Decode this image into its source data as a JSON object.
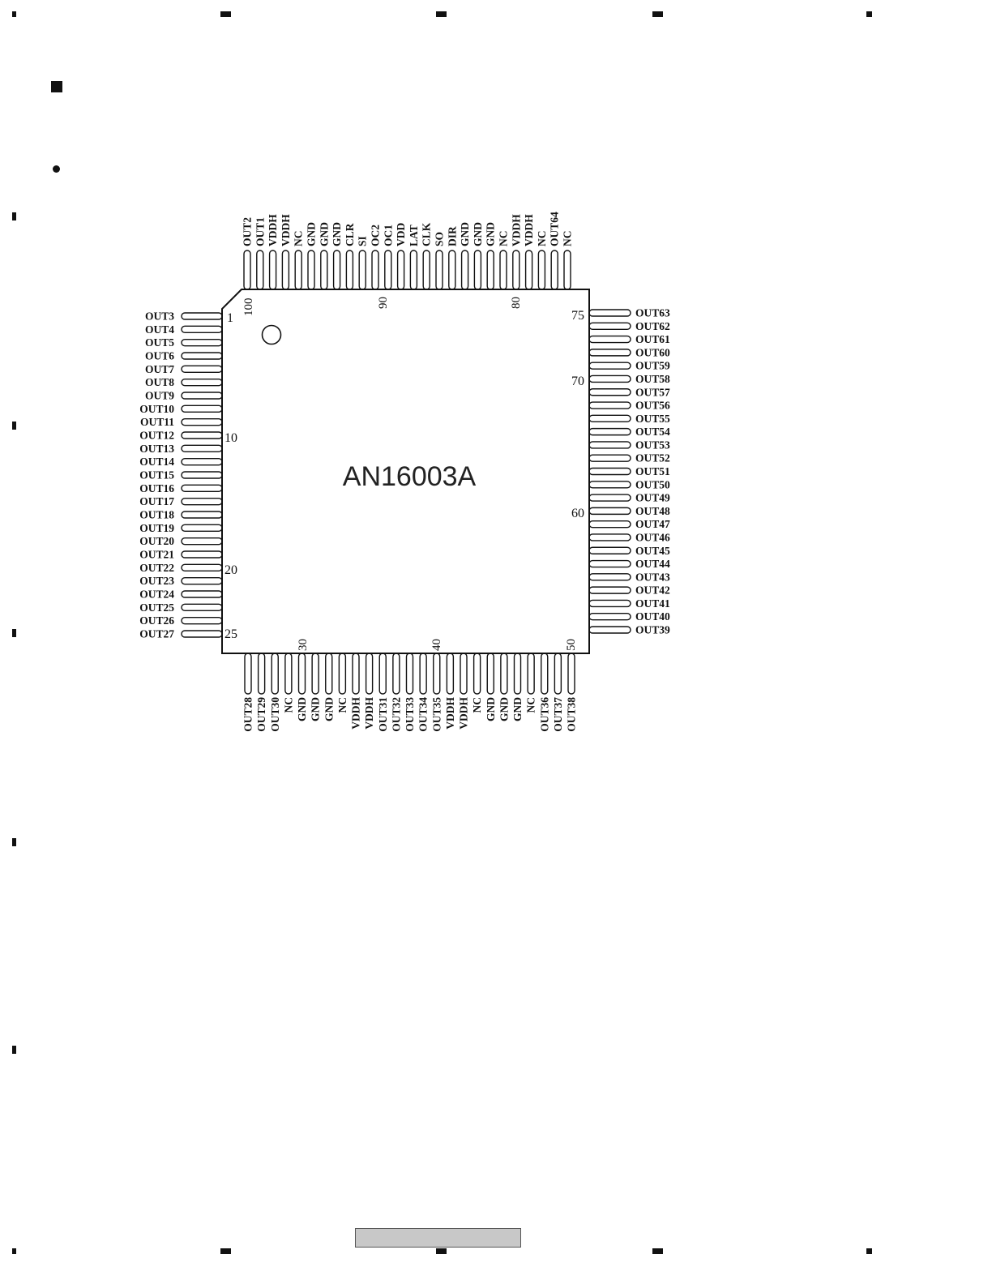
{
  "chip": {
    "part_number": "AN16003A",
    "pins_left": [
      "OUT3",
      "OUT4",
      "OUT5",
      "OUT6",
      "OUT7",
      "OUT8",
      "OUT9",
      "OUT10",
      "OUT11",
      "OUT12",
      "OUT13",
      "OUT14",
      "OUT15",
      "OUT16",
      "OUT17",
      "OUT18",
      "OUT19",
      "OUT20",
      "OUT21",
      "OUT22",
      "OUT23",
      "OUT24",
      "OUT25",
      "OUT26",
      "OUT27"
    ],
    "pins_bottom": [
      "OUT28",
      "OUT29",
      "OUT30",
      "NC",
      "GND",
      "GND",
      "GND",
      "NC",
      "VDDH",
      "VDDH",
      "OUT31",
      "OUT32",
      "OUT33",
      "OUT34",
      "OUT35",
      "VDDH",
      "VDDH",
      "NC",
      "GND",
      "GND",
      "GND",
      "NC",
      "OUT36",
      "OUT37",
      "OUT38"
    ],
    "pins_right": [
      "OUT39",
      "OUT40",
      "OUT41",
      "OUT42",
      "OUT43",
      "OUT44",
      "OUT45",
      "OUT46",
      "OUT47",
      "OUT48",
      "OUT49",
      "OUT50",
      "OUT51",
      "OUT52",
      "OUT53",
      "OUT54",
      "OUT55",
      "OUT56",
      "OUT57",
      "OUT58",
      "OUT59",
      "OUT60",
      "OUT61",
      "OUT62",
      "OUT63"
    ],
    "pins_top": [
      "NC",
      "OUT64",
      "NC",
      "VDDH",
      "VDDH",
      "NC",
      "GND",
      "GND",
      "GND",
      "DIR",
      "SO",
      "CLK",
      "LAT",
      "VDD",
      "OC1",
      "OC2",
      "SI",
      "CLR",
      "GND",
      "GND",
      "GND",
      "NC",
      "VDDH",
      "VDDH",
      "OUT1",
      "OUT2"
    ],
    "pin_numbers": {
      "left": [
        "1",
        "10",
        "20",
        "25"
      ],
      "bottom": [
        "30",
        "40",
        "50"
      ],
      "right": [
        "75",
        "70",
        "60"
      ],
      "top": [
        "100",
        "90",
        "80"
      ]
    }
  }
}
